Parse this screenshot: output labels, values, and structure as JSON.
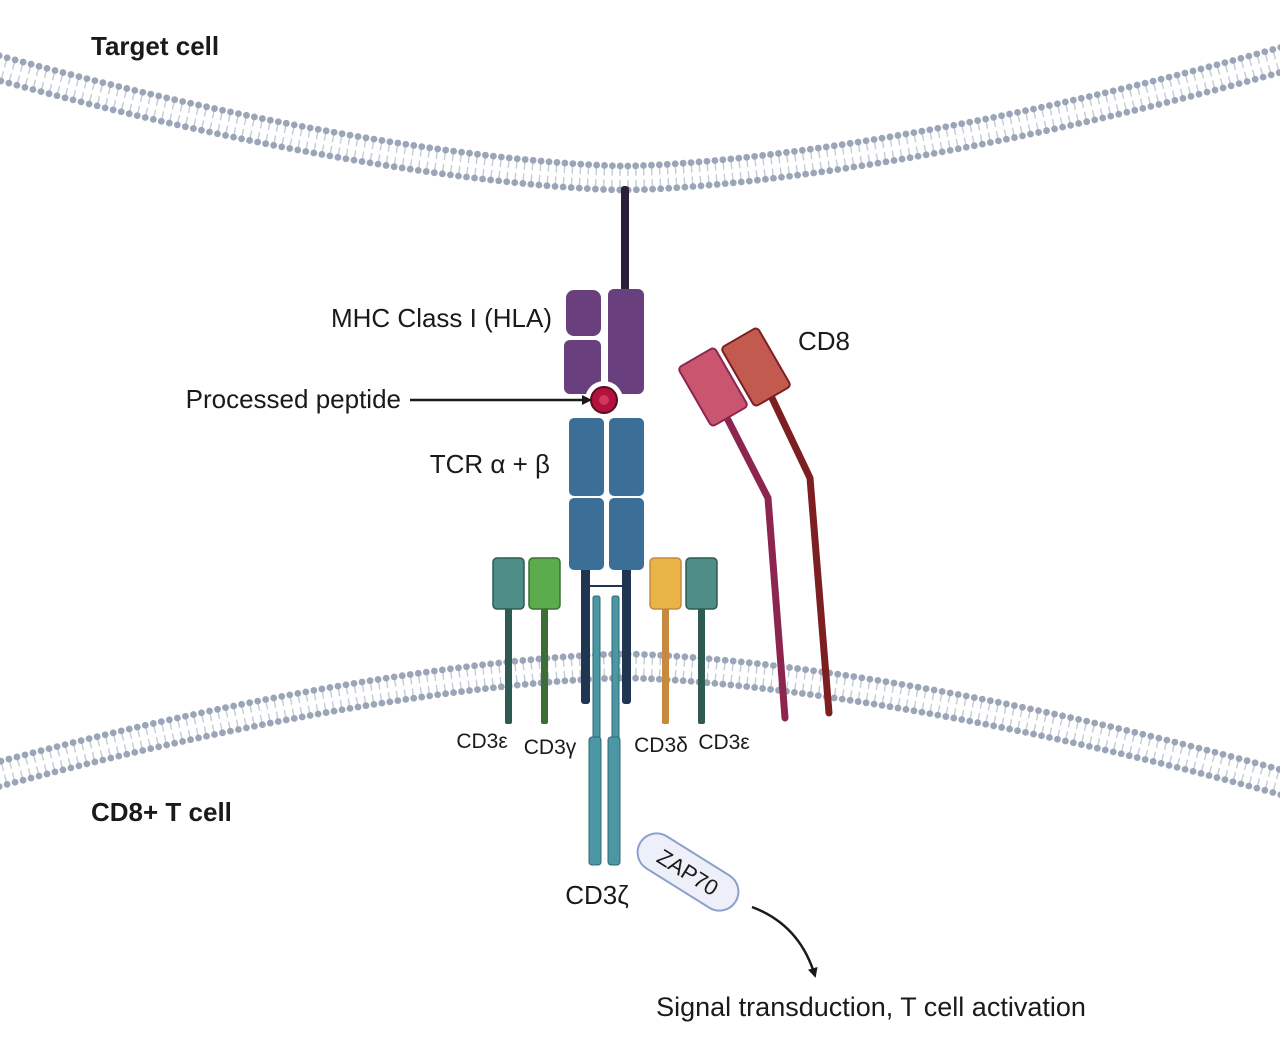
{
  "labels": {
    "target_cell": "Target cell",
    "t_cell": "CD8+ T cell",
    "mhc": "MHC Class I (HLA)",
    "peptide": "Processed peptide",
    "tcr": "TCR α + β",
    "cd8": "CD8",
    "cd3e_left": "CD3ε",
    "cd3g": "CD3γ",
    "cd3d": "CD3δ",
    "cd3e_right": "CD3ε",
    "cd3z": "CD3ζ",
    "zap70": "ZAP70",
    "signal": "Signal transduction, T cell activation"
  },
  "colors": {
    "membrane_head": "#9aa5b8",
    "membrane_tail": "#c4ccd8",
    "mhc": "#6a3f7e",
    "mhc_stalk": "#2d1f3a",
    "peptide": "#b3123c",
    "tcr": "#3b6f98",
    "tcr_stalk": "#1f3550",
    "cd3e": "#4e8e86",
    "cd3e_stalk": "#2f5a54",
    "cd3g": "#5aac4c",
    "cd3g_stalk": "#3d6e35",
    "cd3d": "#e9b447",
    "cd3d_stalk": "#c58a3d",
    "cd3z": "#4b97a4",
    "cd8a": "#c9566e",
    "cd8a_stalk": "#8c2550",
    "cd8b": "#c25a4f",
    "cd8b_stalk": "#7d1f22",
    "zap70_fill": "#eef0f9",
    "zap70_stroke": "#8ea0d0"
  }
}
